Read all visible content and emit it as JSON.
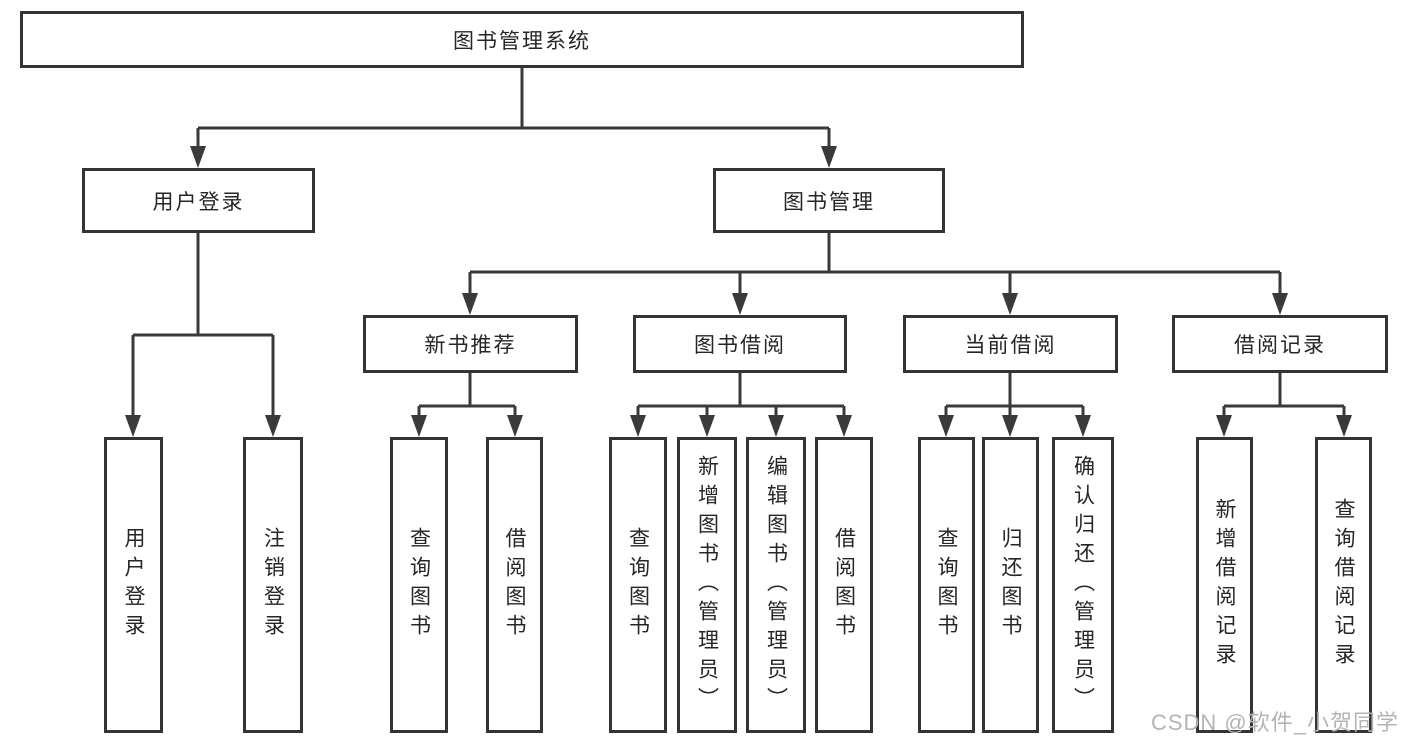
{
  "tree": {
    "label": "图书管理系统",
    "children": [
      {
        "label": "用户登录",
        "children": [
          {
            "label": "用户登录"
          },
          {
            "label": "注销登录"
          }
        ]
      },
      {
        "label": "图书管理",
        "children": [
          {
            "label": "新书推荐",
            "children": [
              {
                "label": "查询图书"
              },
              {
                "label": "借阅图书"
              }
            ]
          },
          {
            "label": "图书借阅",
            "children": [
              {
                "label": "查询图书"
              },
              {
                "label": "新增图书（管理员）"
              },
              {
                "label": "编辑图书（管理员）"
              },
              {
                "label": "借阅图书"
              }
            ]
          },
          {
            "label": "当前借阅",
            "children": [
              {
                "label": "查询图书"
              },
              {
                "label": "归还图书"
              },
              {
                "label": "确认归还（管理员）"
              }
            ]
          },
          {
            "label": "借阅记录",
            "children": [
              {
                "label": "新增借阅记录"
              },
              {
                "label": "查询借阅记录"
              }
            ]
          }
        ]
      }
    ]
  },
  "watermark": {
    "text": "CSDN @软件_小贺同学"
  },
  "colors": {
    "line": "#3a3a3a",
    "box_border": "#343434",
    "box_fill": "#ffffff",
    "text": "#262626",
    "watermark": "#b4b4b4",
    "background": "#ffffff"
  }
}
